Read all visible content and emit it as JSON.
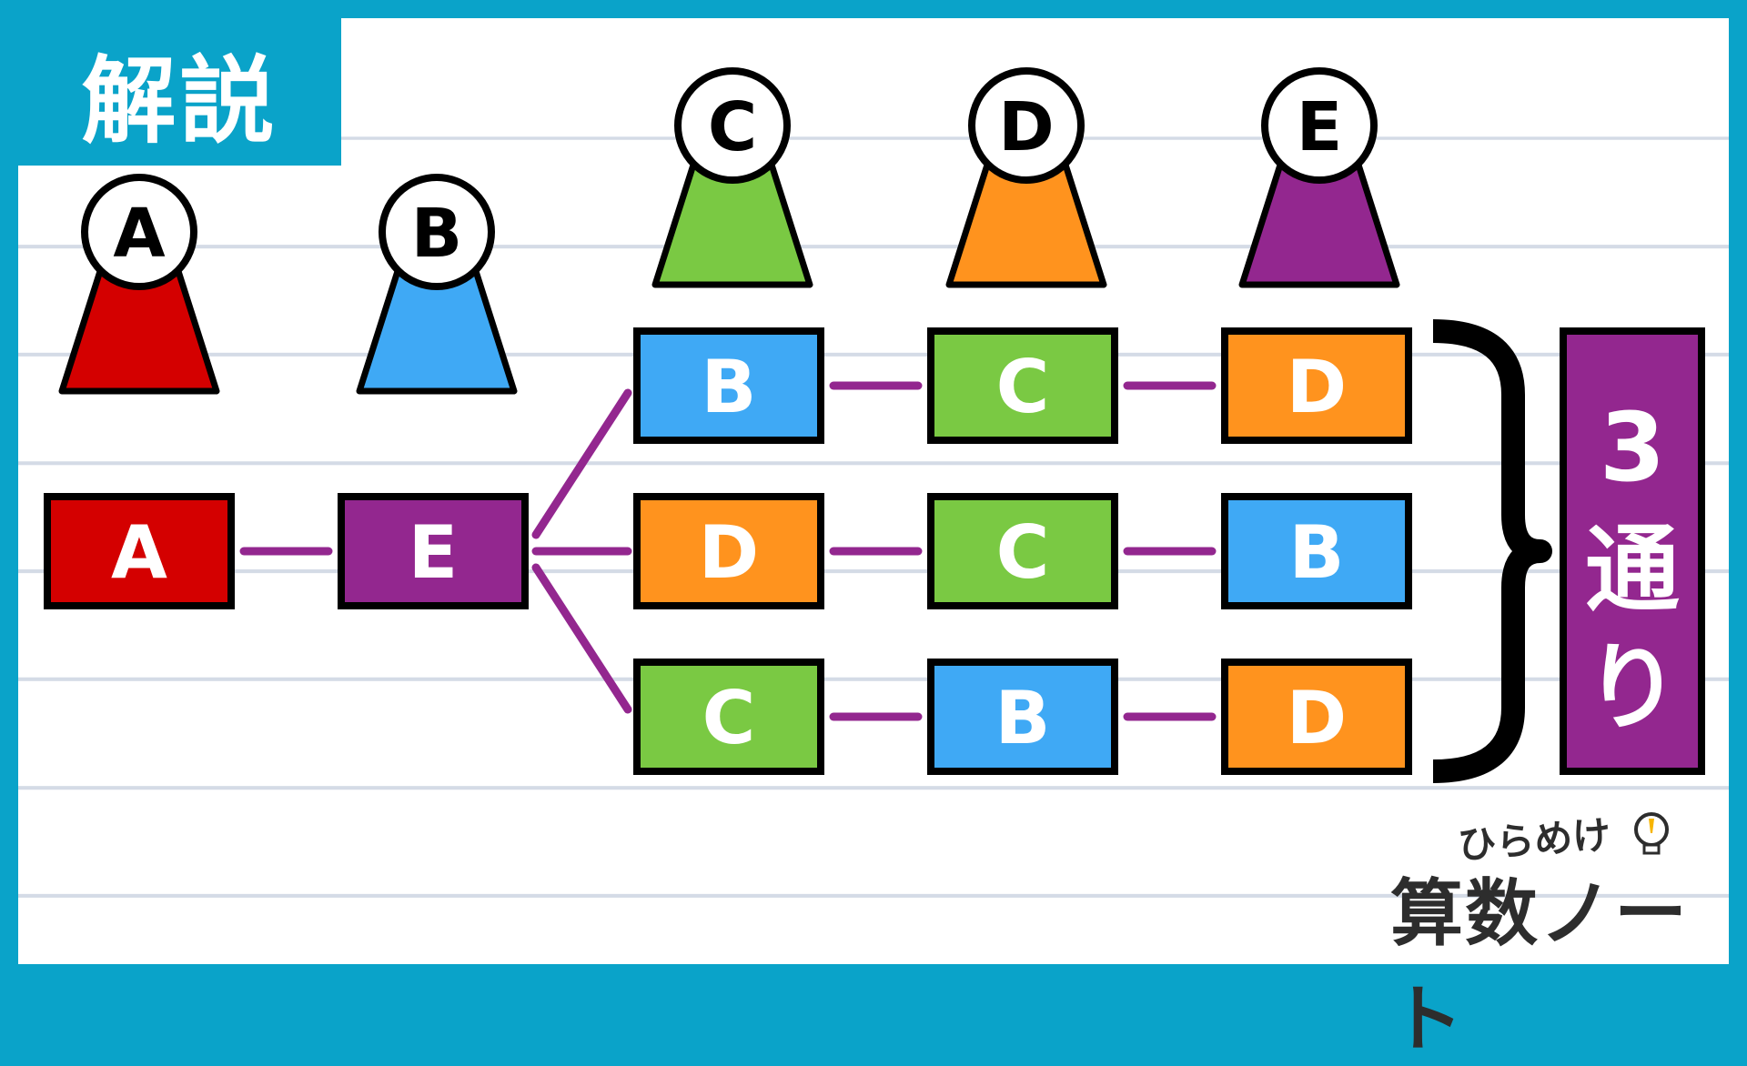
{
  "title": "解説",
  "colors": {
    "frame": "#0aa3c9",
    "A": "#d40000",
    "B": "#3fa9f5",
    "C": "#7ac943",
    "D": "#ff931e",
    "E": "#93278f",
    "connector": "#93278f"
  },
  "people": [
    {
      "id": "A",
      "label": "A"
    },
    {
      "id": "B",
      "label": "B"
    },
    {
      "id": "C",
      "label": "C"
    },
    {
      "id": "D",
      "label": "D"
    },
    {
      "id": "E",
      "label": "E"
    }
  ],
  "first": [
    {
      "id": "A",
      "label": "A"
    },
    {
      "id": "E",
      "label": "E"
    }
  ],
  "branches": [
    [
      {
        "id": "B",
        "label": "B"
      },
      {
        "id": "C",
        "label": "C"
      },
      {
        "id": "D",
        "label": "D"
      }
    ],
    [
      {
        "id": "D",
        "label": "D"
      },
      {
        "id": "C",
        "label": "C"
      },
      {
        "id": "B",
        "label": "B"
      }
    ],
    [
      {
        "id": "C",
        "label": "C"
      },
      {
        "id": "B",
        "label": "B"
      },
      {
        "id": "D",
        "label": "D"
      }
    ]
  ],
  "result": {
    "count": "3",
    "unit_1": "通",
    "unit_2": "り"
  },
  "brand": {
    "small": "ひらめけ",
    "big": "算数ノート",
    "icon": "lightbulb-icon"
  }
}
